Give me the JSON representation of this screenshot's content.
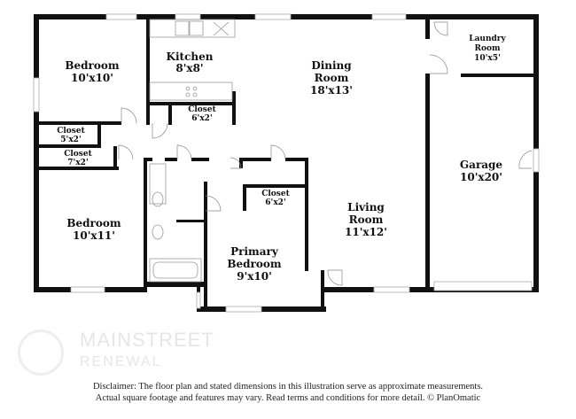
{
  "rooms": {
    "bedroom1": {
      "name": "Bedroom",
      "dims": "10'x10'"
    },
    "kitchen": {
      "name": "Kitchen",
      "dims": "8'x8'"
    },
    "dining": {
      "name": "Dining",
      "name2": "Room",
      "dims": "18'x13'"
    },
    "laundry": {
      "name": "Laundry",
      "name2": "Room",
      "dims": "10'x5'"
    },
    "closet_kitchen": {
      "name": "Closet",
      "dims": "6'x2'"
    },
    "closet_a": {
      "name": "Closet",
      "dims": "5'x2'"
    },
    "closet_b": {
      "name": "Closet",
      "dims": "7'x2'"
    },
    "garage": {
      "name": "Garage",
      "dims": "10'x20'"
    },
    "closet_primary": {
      "name": "Closet",
      "dims": "6'x2'"
    },
    "bedroom2": {
      "name": "Bedroom",
      "dims": "10'x11'"
    },
    "living": {
      "name": "Living",
      "name2": "Room",
      "dims": "11'x12'"
    },
    "primary": {
      "name": "Primary",
      "name2": "Bedroom",
      "dims": "9'x10'"
    }
  },
  "disclaimer": {
    "line1": "Disclaimer: The floor plan and stated dimensions in this illustration serve as approximate measurements.",
    "line2": "Actual square footage and features may vary. Read terms and conditions for more detail. © PlanOmatic"
  },
  "watermark": {
    "brand": "MAINSTREET",
    "sub": "RENEWAL"
  }
}
